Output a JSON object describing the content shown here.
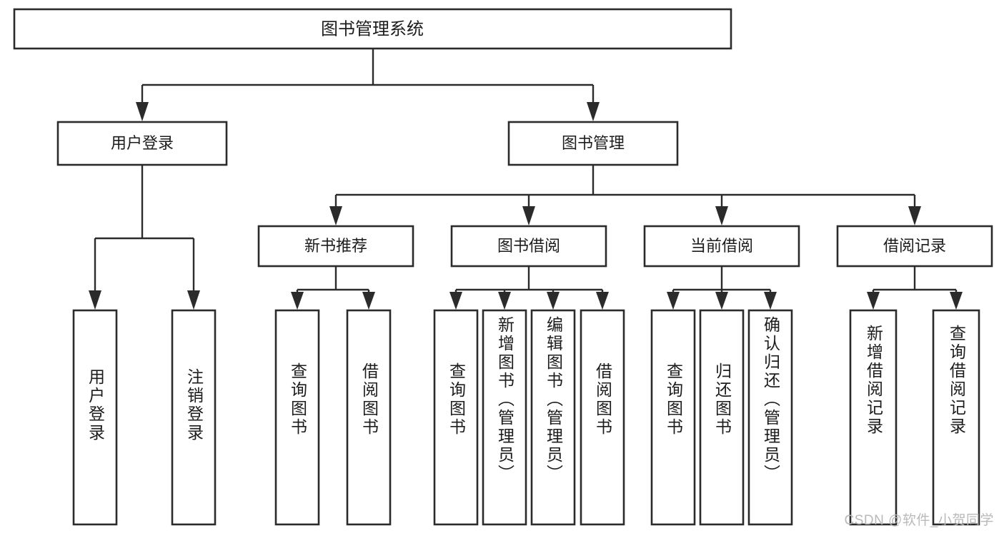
{
  "diagram": {
    "title_text": "图书管理系统",
    "type": "tree-hierarchy",
    "orientation": "top-down",
    "colors": {
      "box_stroke": "#2b2b2b",
      "box_fill": "#ffffff",
      "connector": "#2b2b2b",
      "text": "#1c1c1c",
      "watermark": "#b9b9b9",
      "background": "#ffffff"
    },
    "root": {
      "label": "图书管理系统"
    },
    "level2": [
      {
        "label": "用户登录"
      },
      {
        "label": "图书管理"
      }
    ],
    "level3": [
      {
        "label": "新书推荐"
      },
      {
        "label": "图书借阅"
      },
      {
        "label": "当前借阅"
      },
      {
        "label": "借阅记录"
      }
    ],
    "leaves": {
      "user_login": [
        {
          "label": "用户登录"
        },
        {
          "label": "注销登录"
        }
      ],
      "new_book_recommend": [
        {
          "label": "查询图书"
        },
        {
          "label": "借阅图书"
        }
      ],
      "book_borrow": [
        {
          "label": "查询图书"
        },
        {
          "label": "新增图书（管理员）"
        },
        {
          "label": "编辑图书（管理员）"
        },
        {
          "label": "借阅图书"
        }
      ],
      "current_borrow": [
        {
          "label": "查询图书"
        },
        {
          "label": "归还图书"
        },
        {
          "label": "确认归还（管理员）"
        }
      ],
      "borrow_records": [
        {
          "label": "新增借阅记录"
        },
        {
          "label": "查询借阅记录"
        }
      ]
    },
    "watermark": "CSDN @软件_小贺同学"
  }
}
